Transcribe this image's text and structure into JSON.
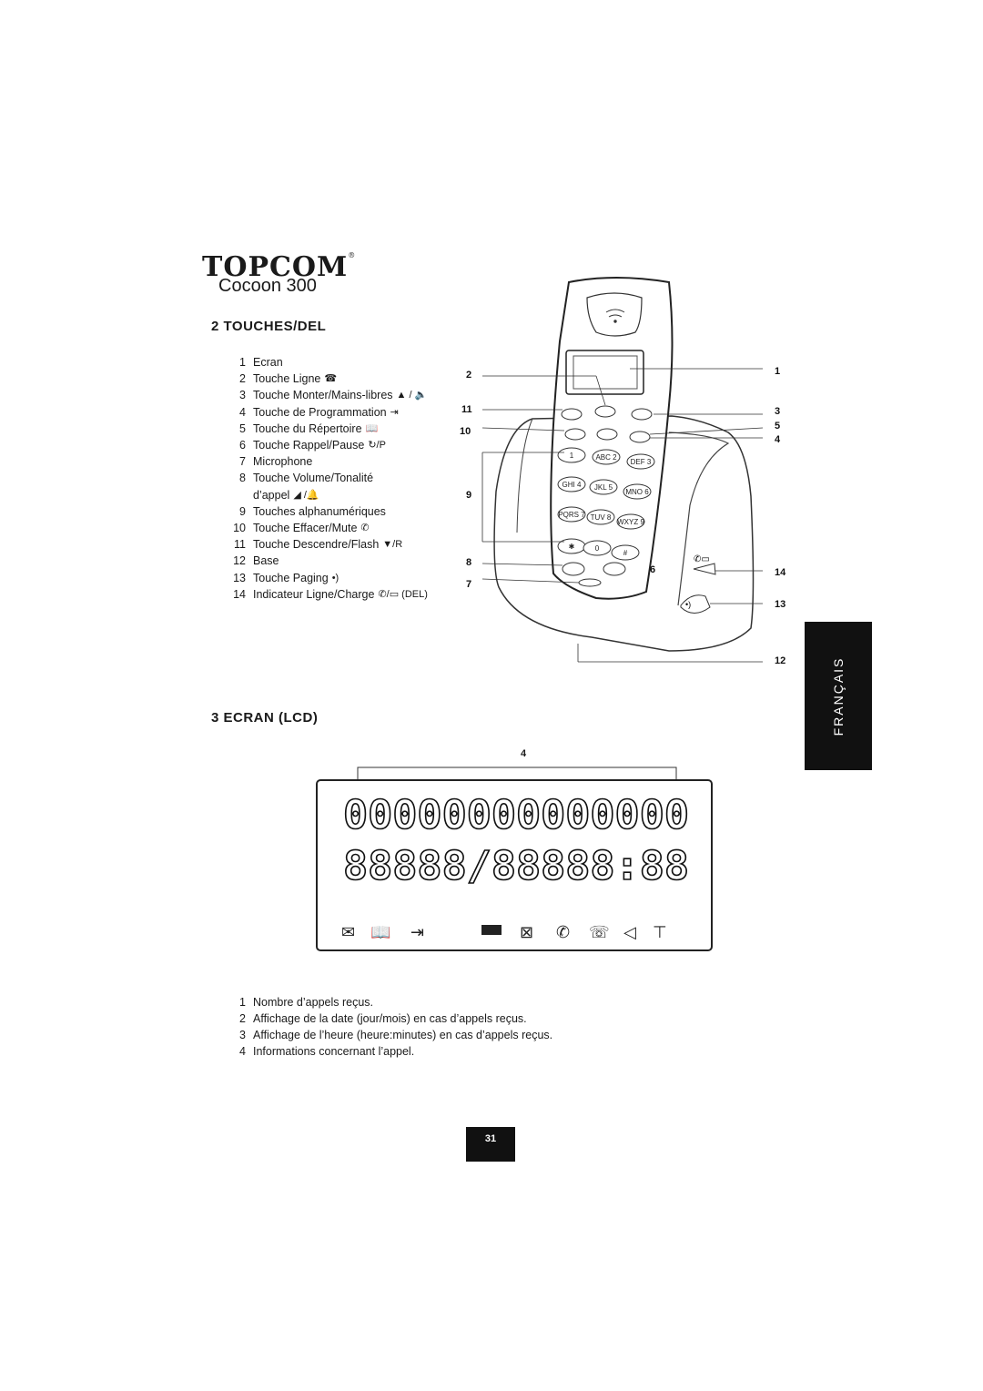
{
  "brand": {
    "logo_text": "TOPCOM",
    "reg_mark": "®",
    "model": "Cocoon 300"
  },
  "section2": {
    "title": "2   TOUCHES/DEL",
    "items": [
      {
        "num": "1",
        "label": "Ecran",
        "icon": ""
      },
      {
        "num": "2",
        "label": "Touche Ligne",
        "icon": "☎"
      },
      {
        "num": "3",
        "label": "Touche Monter/Mains-libres",
        "icon": "▲ / 🔈"
      },
      {
        "num": "4",
        "label": "Touche de Programmation",
        "icon": "⇥"
      },
      {
        "num": "5",
        "label": "Touche du Répertoire",
        "icon": "📖"
      },
      {
        "num": "6",
        "label": "Touche Rappel/Pause",
        "icon": "↻/P"
      },
      {
        "num": "7",
        "label": "Microphone",
        "icon": ""
      },
      {
        "num": "8",
        "label": "Touche Volume/Tonalité",
        "icon": ""
      },
      {
        "num": "",
        "label": "d’appel",
        "icon": "◢ /🔔"
      },
      {
        "num": "9",
        "label": "Touches alphanumériques",
        "icon": ""
      },
      {
        "num": "10",
        "label": "Touche Effacer/Mute",
        "icon": "✆"
      },
      {
        "num": "11",
        "label": "Touche Descendre/Flash",
        "icon": "▼/R"
      },
      {
        "num": "12",
        "label": "Base",
        "icon": ""
      },
      {
        "num": "13",
        "label": "Touche Paging",
        "icon": "•)"
      },
      {
        "num": "14",
        "label": "Indicateur Ligne/Charge",
        "icon": "✆/▭  (DEL)"
      }
    ]
  },
  "phone_diagram": {
    "callouts_left": [
      "2",
      "11",
      "10",
      "9",
      "8",
      "7"
    ],
    "callouts_right": [
      "1",
      "3",
      "5",
      "4",
      "6",
      "14",
      "13",
      "12"
    ],
    "keys": [
      "1",
      "ABC 2",
      "DEF 3",
      "GHI 4",
      "JKL 5",
      "MNO 6",
      "PQRS 7",
      "TUV 8",
      "WXYZ 9",
      "✱",
      "0",
      "#"
    ]
  },
  "section3": {
    "title": "3   ECRAN (LCD)",
    "bracket_label": "4",
    "lcd_row1": "00000000000000",
    "lcd_row2": "88888/88888:88",
    "items": [
      {
        "num": "1",
        "label": "Nombre d’appels reçus."
      },
      {
        "num": "2",
        "label": "Affichage de la date (jour/mois) en cas d’appels reçus."
      },
      {
        "num": "3",
        "label": "Affichage de l’heure (heure:minutes) en cas d’appels reçus."
      },
      {
        "num": "4",
        "label": "Informations concernant l’appel."
      }
    ]
  },
  "language_tab": "FRANÇAIS",
  "page_number": "31"
}
